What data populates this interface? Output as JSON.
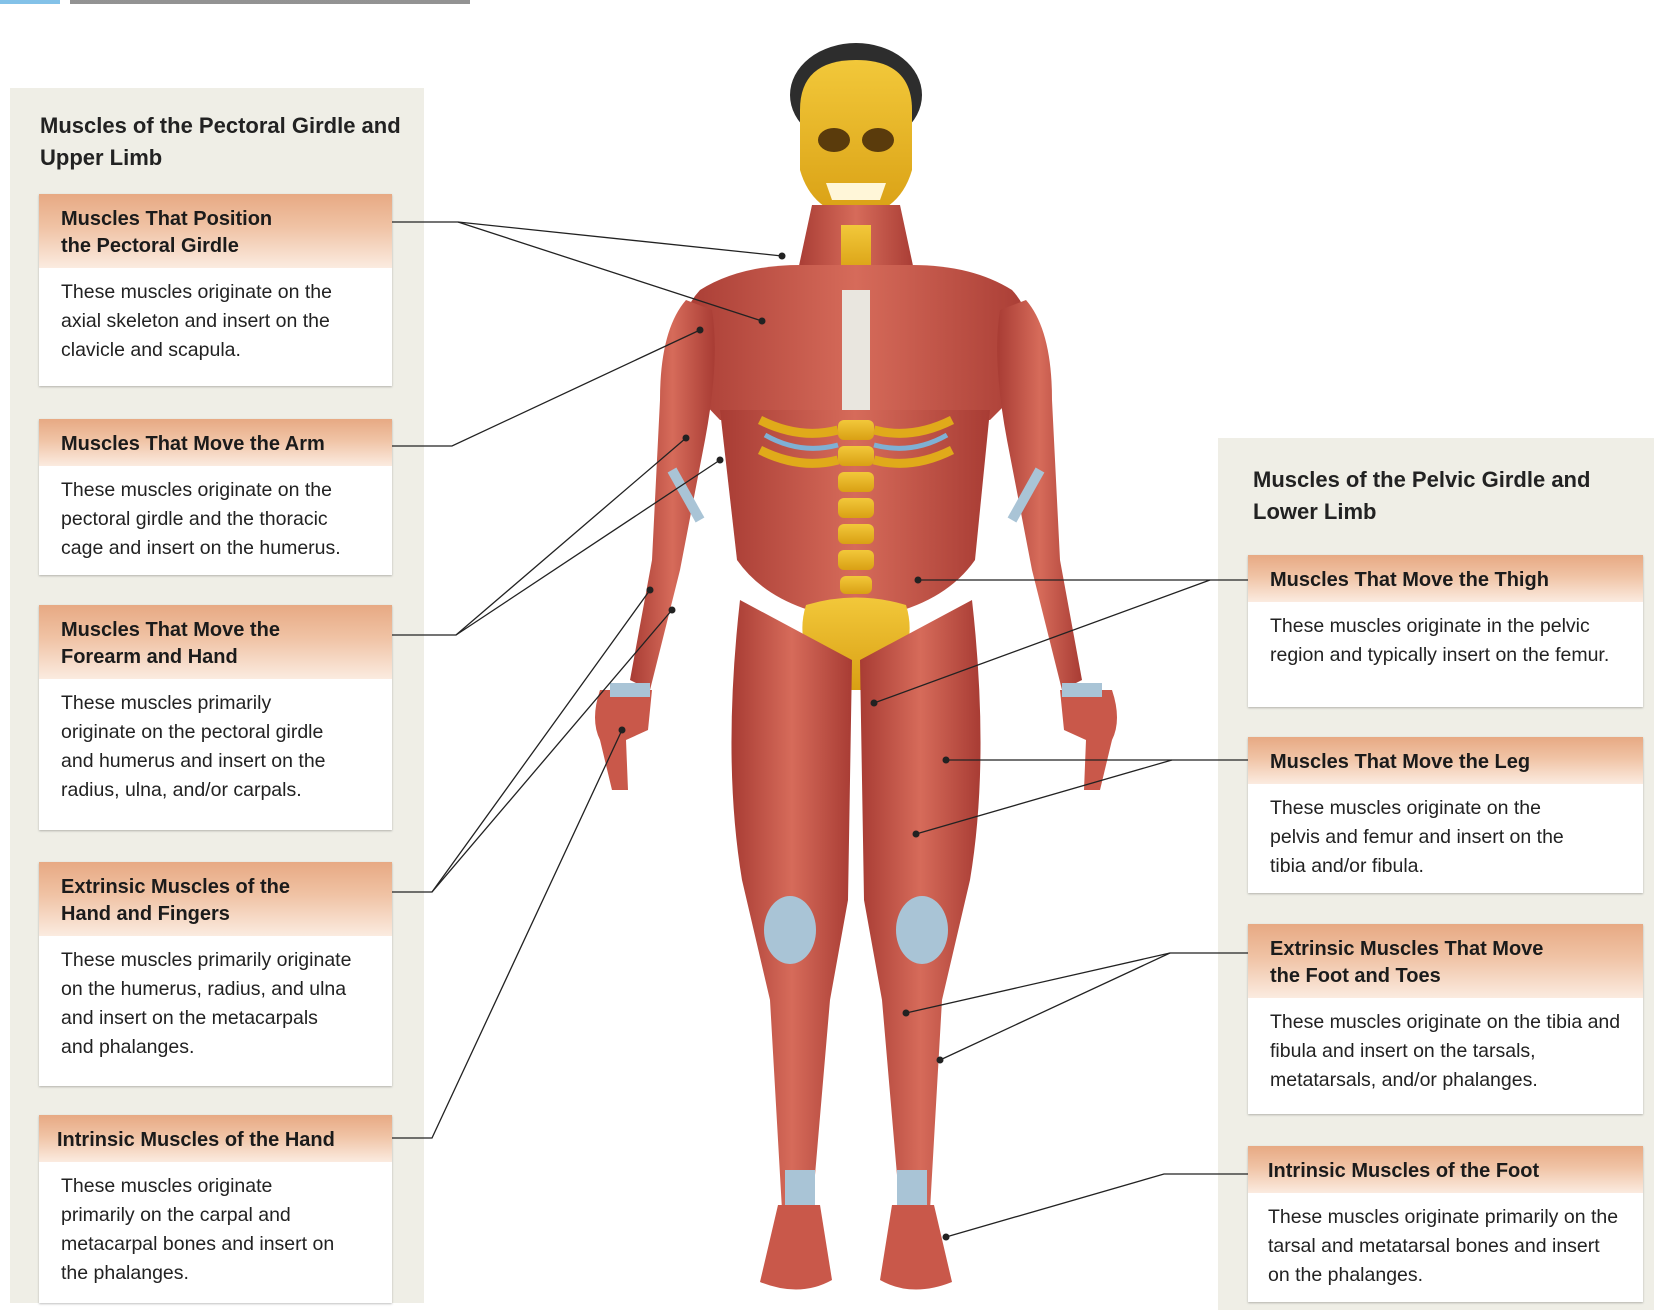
{
  "left_panel": {
    "title": "Muscles of the Pectoral Girdle and Upper Limb",
    "boxes": [
      {
        "heading": "Muscles That Position the Pectoral Girdle",
        "body": "These muscles originate on the axial skeleton and insert on the clavicle and scapula."
      },
      {
        "heading": "Muscles That Move the Arm",
        "body": "These muscles originate on the pectoral girdle and the thoracic cage and insert on the humerus."
      },
      {
        "heading": "Muscles That Move the Forearm and Hand",
        "body": "These muscles primarily originate on the pectoral girdle and humerus and insert on the radius, ulna, and/or carpals."
      },
      {
        "heading": "Extrinsic Muscles of the Hand and Fingers",
        "body": "These muscles primarily originate on the humerus, radius, and ulna and insert on the metacarpals and phalanges."
      },
      {
        "heading": "Intrinsic Muscles of the Hand",
        "body": "These muscles originate primarily on the carpal and metacarpal bones and insert on the phalanges."
      }
    ]
  },
  "right_panel": {
    "title": "Muscles of the Pelvic Girdle and Lower Limb",
    "boxes": [
      {
        "heading": "Muscles That Move the Thigh",
        "body": "These muscles originate in the pelvic region and typically insert on the femur."
      },
      {
        "heading": "Muscles That Move the Leg",
        "body": "These muscles originate on the pelvis and femur and insert on the tibia and/or fibula."
      },
      {
        "heading": "Extrinsic Muscles That Move the Foot and Toes",
        "body": "These muscles originate on the tibia and fibula and insert on the tarsals, metatarsals, and/or phalanges."
      },
      {
        "heading": "Intrinsic Muscles of the Foot",
        "body": "These muscles originate primarily on the tarsal and metatarsal bones and insert on the phalanges."
      }
    ]
  },
  "colors": {
    "panel_bg": "#efeee6",
    "box_head_gradient": "#e7a983",
    "muscle": "#c9584a",
    "bone": "#e6b31e",
    "tendon": "#a9c4d6",
    "caption_blue": "#1e8fd6"
  }
}
